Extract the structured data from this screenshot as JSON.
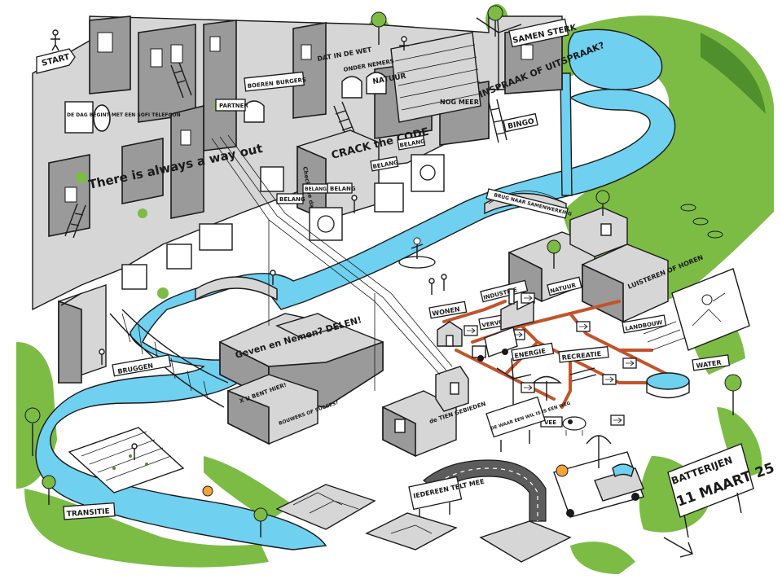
{
  "labels": {
    "start": "START",
    "dag_begint": "DE DAG BEGINT MET EEN SOFI TELEFOON",
    "always_way_out": "There is always a way out",
    "partner": "PARTNER",
    "boeren": "BOEREN",
    "burgers": "BURGERS",
    "dat_in_de_wet": "DAT IN DE WET",
    "ondernemers": "ONDER NEMERS",
    "natuur_top": "NATUUR",
    "nog_meer": "NOG MEER",
    "inspraak": "INSPRAAK OF UITSPRAAK?",
    "bingo": "BINGO",
    "samen_sterk": "SAMEN STERK",
    "crack_code": "CRACK the CODE",
    "check_the_data": "Check the data",
    "belang_1": "BELANG",
    "belang_2": "BELANG",
    "belang_3": "BELANG",
    "belang_4": "BELANG",
    "belang_5": "BELANG",
    "brug": "BRUG NAAR SAMENWERKING",
    "luisteren": "LUISTEREN OF HOREN",
    "industrie": "INDUSTRIE",
    "natuur": "NATUUR",
    "wonen": "WONEN",
    "vervoer": "VERVOER",
    "landbouw": "LANDBOUW",
    "energie": "ENERGIE",
    "recreatie": "RECREATIE",
    "water": "WATER",
    "vee": "VEE",
    "waar_een_wil": "DE WAAR EEN WIL IS IS EEN WEG",
    "geven_nemen": "Geven en Nemen? DELEN!",
    "x_bent_hier": "X U BENT HIER!",
    "bouwers": "BOUWERS OF SUCCES?",
    "tien_gebieden": "de TIEN GEBIEDEN",
    "bruggen": "BRUGGEN",
    "iedereen": "IEDEREEN TELT MEE",
    "transitie": "TRANSITIE",
    "batterijen": "BATTERIJEN",
    "datum": "11 MAART 25"
  },
  "colors": {
    "water": "#6fd0ef",
    "grass": "#7cbc45",
    "grass_dark": "#4f8f2c",
    "pipe": "#c2542b",
    "wall": "#9a9a9a",
    "wall_light": "#d6d6d6",
    "ink": "#1a1a1a"
  },
  "icons": [
    "windmill-icon",
    "arrow-icon",
    "tree-icon",
    "ladder-icon",
    "truck-icon",
    "cow-icon",
    "solar-panel-icon"
  ]
}
